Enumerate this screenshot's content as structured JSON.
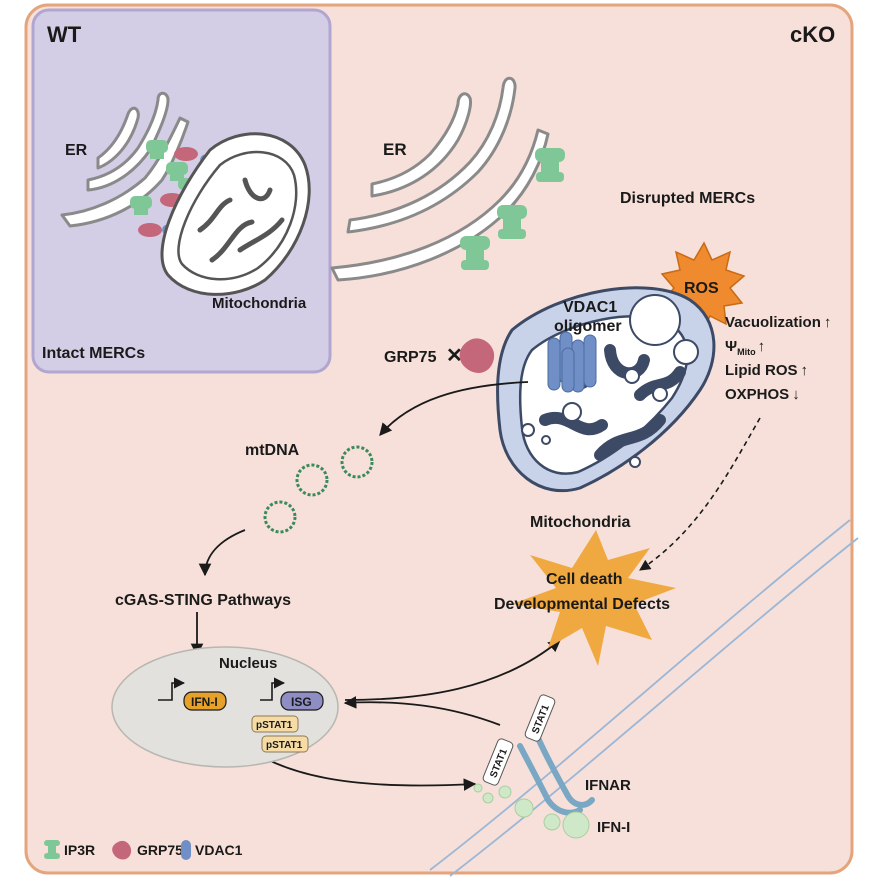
{
  "colors": {
    "panel_bg": "#f6e0d9",
    "panel_border": "#e4a47c",
    "wt_bg": "#d4cde6",
    "wt_border": "#b1a6cf",
    "ip3r": "#7fc796",
    "grp75": "#c5677b",
    "vdac1": "#6f8fc6",
    "mito_fill": "#c8d3ea",
    "mito_outline": "#3d4a66",
    "ros": "#ef8a2e",
    "death": "#f0a941",
    "nucleus": "#e3e1dd",
    "ifn_box": "#e6a12a",
    "isg_box": "#8e8dc4",
    "pstat_box": "#f6dca4",
    "receptor": "#7aa7c4",
    "membrane": "#9bb6d6"
  },
  "wt": {
    "title": "WT",
    "er_label": "ER",
    "mito_label": "Mitochondria",
    "status_label": "Intact MERCs"
  },
  "cko": {
    "title": "cKO",
    "er_label": "ER",
    "disrupted_label": "Disrupted MERCs",
    "ros_label": "ROS",
    "vdac_label_1": "VDAC1",
    "vdac_label_2": "oligomer",
    "grp75_label": "GRP75",
    "block_mark": "✕",
    "mito_label": "Mitochondria",
    "effects": {
      "vacuolization": "Vacuolization",
      "psi": "Ψ",
      "psi_sub": "Mito",
      "lipid_ros": "Lipid ROS",
      "oxphos": "OXPHOS",
      "up_arrow": "↑",
      "down_arrow": "↓"
    },
    "mtdna_label": "mtDNA",
    "cgas_label": "cGAS-STING Pathways",
    "nucleus_label": "Nucleus",
    "ifn_label": "IFN-I",
    "isg_label": "ISG",
    "pstat_label": "pSTAT1",
    "stat_label": "STAT1",
    "ifnar_label": "IFNAR",
    "ifn_ext_label": "IFN-I",
    "death_line1": "Cell death",
    "death_line2": "Developmental Defects"
  },
  "legend": {
    "ip3r": "IP3R",
    "grp75": "GRP75",
    "vdac1": "VDAC1"
  }
}
